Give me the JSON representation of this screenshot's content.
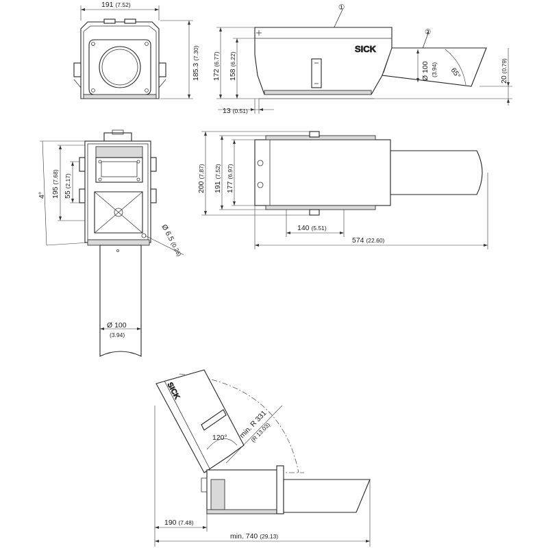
{
  "top_left_view": {
    "width_dim": "191",
    "width_dim_in": "(7.52)",
    "height_dim": "185.3",
    "height_dim_in": "(7.30)"
  },
  "side_view": {
    "callout_1": "①",
    "callout_2": "②",
    "brand_text": "SICK",
    "dim_172": "172",
    "dim_172_in": "(6.77)",
    "dim_158": "158",
    "dim_158_in": "(6.22)",
    "dim_13": "13",
    "dim_13_in": "(0.51)",
    "dim_dia100": "Ø 100",
    "dim_dia100_in": "(3.94)",
    "angle_65": "65°",
    "dim_20": "20",
    "dim_20_in": "(0.79)"
  },
  "front_mount_view": {
    "angle_4": "4°",
    "dim_195": "195",
    "dim_195_in": "(7.68)",
    "dim_55": "55",
    "dim_55_in": "(2.17)",
    "dim_6_5": "Ø 6.5",
    "dim_6_5_in": "(0.26)",
    "dim_dia100": "Ø 100",
    "dim_dia100_in": "(3.94)"
  },
  "top_view": {
    "dim_200": "200",
    "dim_200_in": "(7.87)",
    "dim_191": "191",
    "dim_191_in": "(7.52)",
    "dim_177": "177",
    "dim_177_in": "(6.97)",
    "dim_140": "140",
    "dim_140_in": "(5.51)",
    "dim_574": "574",
    "dim_574_in": "(22.60)"
  },
  "open_view": {
    "brand_text": "SICK",
    "angle_120": "120°",
    "radius": "min. R 331",
    "radius_in": "(R 13.03)",
    "dim_190": "190",
    "dim_190_in": "(7.48)",
    "dim_740": "min. 740",
    "dim_740_in": "(29.13)"
  }
}
